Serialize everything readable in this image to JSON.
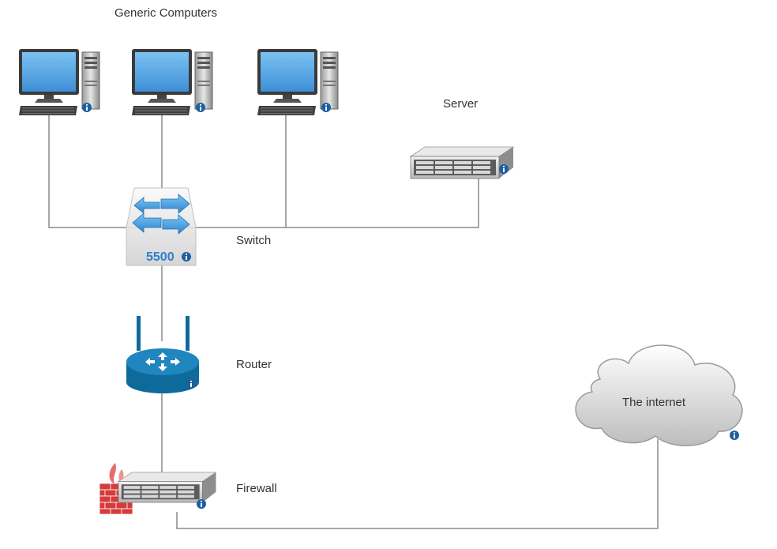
{
  "labels": {
    "generic_computers": "Generic Computers",
    "server": "Server",
    "switch": "Switch",
    "switch_model": "5500",
    "router": "Router",
    "firewall": "Firewall",
    "internet": "The internet"
  },
  "colors": {
    "line": "#8a8a8a",
    "screen": "#58a8e8",
    "info": "#1f5fa0",
    "router": "#0f6a9c",
    "brick": "#d63b3b"
  },
  "icons": [
    "computer-icon",
    "server-icon",
    "switch-icon",
    "router-icon",
    "firewall-icon",
    "cloud-icon",
    "info-icon"
  ]
}
